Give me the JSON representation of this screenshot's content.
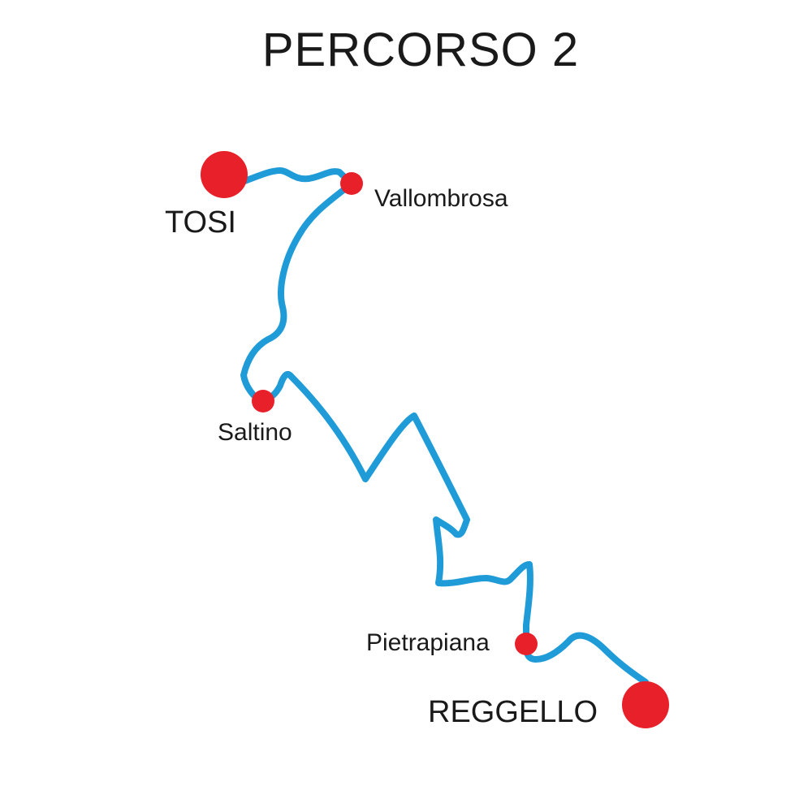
{
  "map": {
    "title": "PERCORSO 2",
    "colors": {
      "route": "#1f9bd8",
      "marker": "#e8202a",
      "text": "#1a1a1a",
      "background": "#ffffff"
    },
    "places": [
      {
        "id": "tosi",
        "label": "TOSI",
        "type": "endpoint"
      },
      {
        "id": "vallombrosa",
        "label": "Vallombrosa",
        "type": "waypoint"
      },
      {
        "id": "saltino",
        "label": "Saltino",
        "type": "waypoint"
      },
      {
        "id": "pietrapiana",
        "label": "Pietrapiana",
        "type": "waypoint"
      },
      {
        "id": "reggello",
        "label": "REGGELLO",
        "type": "endpoint"
      }
    ]
  }
}
